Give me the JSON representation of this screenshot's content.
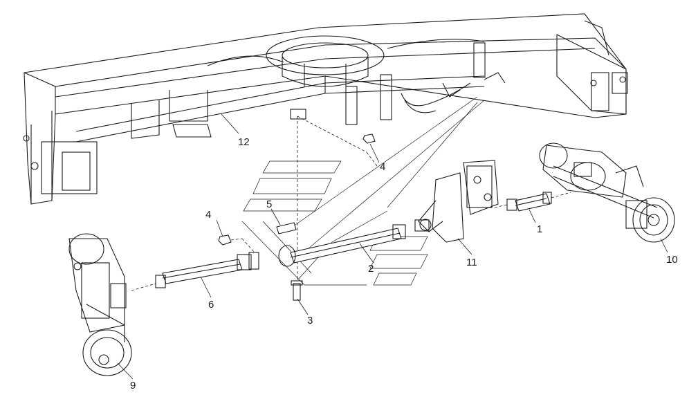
{
  "callouts": [
    {
      "id": "1",
      "label": "1"
    },
    {
      "id": "2",
      "label": "2"
    },
    {
      "id": "3",
      "label": "3"
    },
    {
      "id": "4a",
      "label": "4"
    },
    {
      "id": "4b",
      "label": "4"
    },
    {
      "id": "5",
      "label": "5"
    },
    {
      "id": "6",
      "label": "6"
    },
    {
      "id": "9",
      "label": "9"
    },
    {
      "id": "10",
      "label": "10"
    },
    {
      "id": "11",
      "label": "11"
    },
    {
      "id": "12",
      "label": "12"
    }
  ],
  "colors": {
    "line": "#1a1a1a",
    "background": "#ffffff"
  }
}
